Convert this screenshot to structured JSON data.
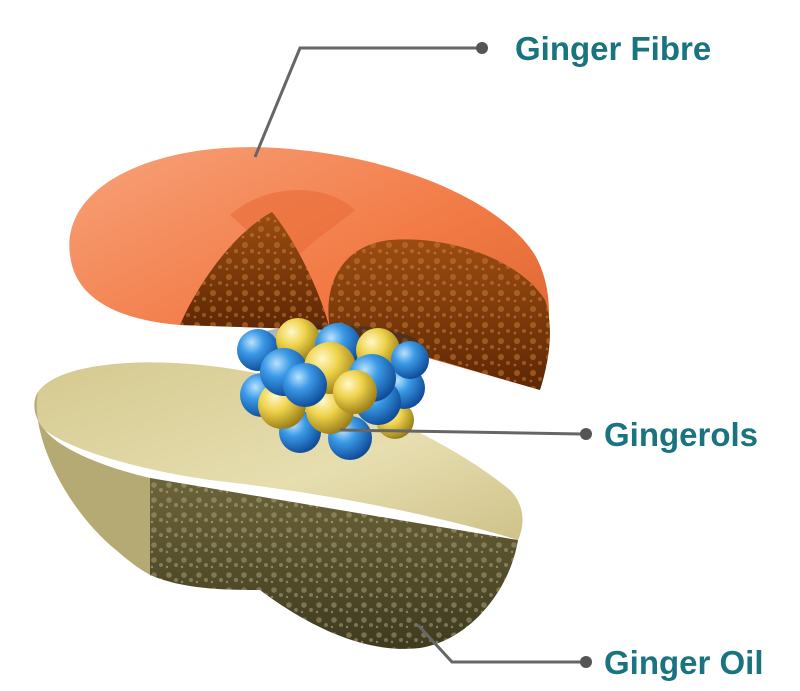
{
  "labels": {
    "fibre": "Ginger Fibre",
    "gingerols": "Gingerols",
    "oil": "Ginger Oil"
  },
  "colors": {
    "label_text": "#1a7480",
    "leader_line": "#666666",
    "fibre_skin": "#f27f4d",
    "fibre_flesh": "#7a3808",
    "oil_skin": "#d9cf9a",
    "oil_flesh": "#57512d",
    "molecule_blue": "#2f8fdb",
    "molecule_yellow": "#efd240"
  }
}
